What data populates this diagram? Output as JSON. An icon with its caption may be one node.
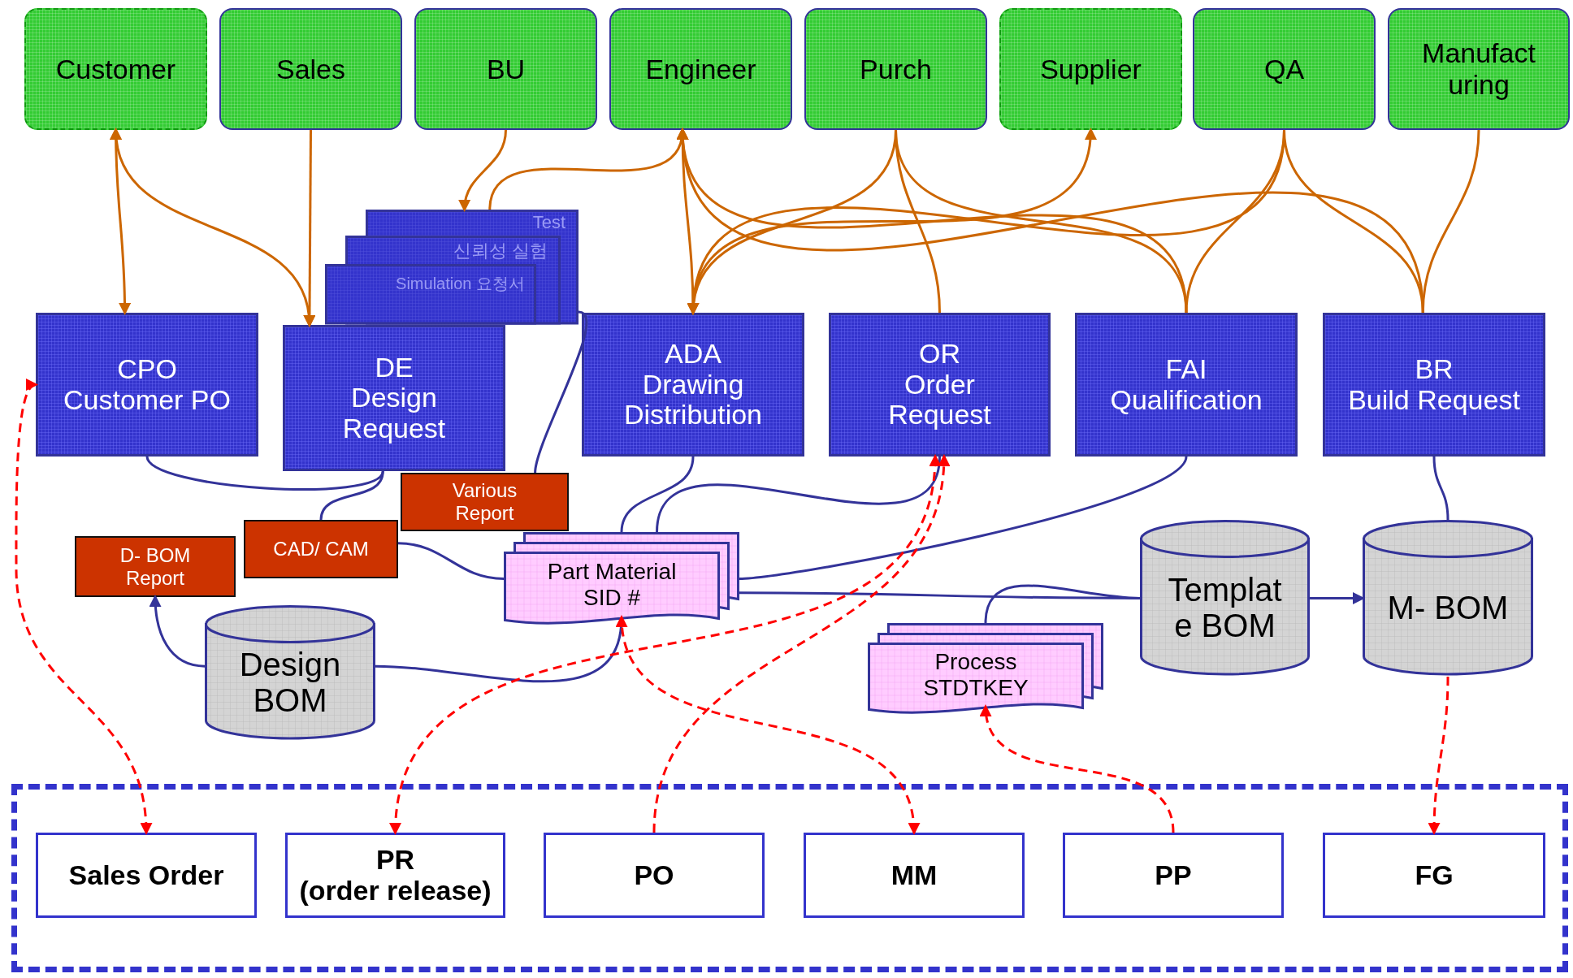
{
  "diagram": {
    "nodes": [
      {
        "text": [
          "Customer"
        ]
      },
      {
        "text": [
          "Sales"
        ]
      },
      {
        "text": [
          "BU"
        ]
      },
      {
        "text": [
          "Engineer"
        ]
      },
      {
        "text": [
          "Purch"
        ]
      },
      {
        "text": [
          "Supplier"
        ]
      },
      {
        "text": [
          "QA"
        ]
      },
      {
        "text": [
          "Manufact uring"
        ]
      },
      {
        "text": [
          "CPO",
          "Customer PO"
        ]
      },
      {
        "text": [
          "Test",
          "신뢰성 실험",
          "Simulation 요청서"
        ]
      },
      {
        "text": [
          "DE",
          "Design Request"
        ]
      },
      {
        "text": [
          "ADA",
          "Drawing Distribution"
        ]
      },
      {
        "text": [
          "OR",
          "Order Request"
        ]
      },
      {
        "text": [
          "FAI",
          "Qualification"
        ]
      },
      {
        "text": [
          "BR",
          "Build Request"
        ]
      },
      {
        "text": [
          "Various Report"
        ]
      },
      {
        "text": [
          "CAD/ CAM"
        ]
      },
      {
        "text": [
          "D- BOM Report"
        ]
      },
      {
        "text": [
          "Part Material SID #"
        ]
      },
      {
        "text": [
          "Design BOM"
        ]
      },
      {
        "text": [
          "Process STDTKEY"
        ]
      },
      {
        "text": [
          "Templat e BOM"
        ]
      },
      {
        "text": [
          "M- BOM"
        ]
      },
      {
        "text": [],
        "shape": "box"
      },
      {
        "text": [
          "Sales Order"
        ],
        "in": 23
      },
      {
        "text": [
          "PR",
          "(order release)"
        ],
        "in": 23
      },
      {
        "text": [
          "PO"
        ],
        "in": 23
      },
      {
        "text": [
          "MM"
        ],
        "in": 23
      },
      {
        "text": [
          "PP"
        ],
        "in": 23
      },
      {
        "text": [
          "FG"
        ],
        "in": 23
      }
    ],
    "edges": [
      {
        "from": 0,
        "to": 8,
        "arrow": "both"
      },
      {
        "from": 0,
        "to": 10,
        "arrow": "both"
      },
      {
        "from": 1,
        "to": 10,
        "arrow": "to"
      },
      {
        "from": 2,
        "to": 9,
        "arrow": "to"
      },
      {
        "from": 9,
        "to": 3,
        "arrow": "to"
      },
      {
        "from": 3,
        "to": 11,
        "arrow": "both"
      },
      {
        "from": 13,
        "to": 3,
        "arrow": "to"
      },
      {
        "from": 14,
        "to": 3,
        "arrow": "to"
      },
      {
        "from": 4,
        "to": 11,
        "arrow": "to"
      },
      {
        "from": 4,
        "to": 12,
        "arrow": "none"
      },
      {
        "from": 4,
        "to": 13,
        "arrow": "none"
      },
      {
        "from": 11,
        "to": 5,
        "arrow": "to"
      },
      {
        "from": 6,
        "to": 11,
        "arrow": "to"
      },
      {
        "from": 6,
        "to": 13,
        "arrow": "none"
      },
      {
        "from": 6,
        "to": 14,
        "arrow": "none"
      },
      {
        "from": 7,
        "to": 14,
        "arrow": "none"
      },
      {
        "from": 8,
        "to": 10,
        "arrow": "none",
        "color": "#333399"
      },
      {
        "from": 16,
        "to": 10,
        "arrow": "none",
        "color": "#333399"
      },
      {
        "from": 9,
        "to": 15,
        "arrow": "none",
        "color": "#333399"
      },
      {
        "from": 11,
        "to": 18,
        "arrow": "none",
        "color": "#333399"
      },
      {
        "from": 18,
        "to": 12,
        "arrow": "none",
        "color": "#333399"
      },
      {
        "from": 13,
        "to": 18,
        "arrow": "none",
        "color": "#333399"
      },
      {
        "from": 18,
        "to": 21,
        "arrow": "none",
        "color": "#333399"
      },
      {
        "from": 20,
        "to": 21,
        "arrow": "none",
        "color": "#333399"
      },
      {
        "from": 14,
        "to": 22,
        "arrow": "none",
        "color": "#333399"
      },
      {
        "from": 21,
        "to": 22,
        "arrow": "to",
        "color": "#333399"
      },
      {
        "from": 16,
        "to": 18,
        "arrow": "none",
        "color": "#333399"
      },
      {
        "from": 19,
        "to": 17,
        "arrow": "to",
        "color": "#333399"
      },
      {
        "from": 19,
        "to": 18,
        "arrow": "none",
        "color": "#333399"
      },
      {
        "from": 8,
        "to": 24,
        "arrow": "both",
        "style": "dashed",
        "color": "#ff0000"
      },
      {
        "from": 25,
        "to": 12,
        "arrow": "both",
        "style": "dashed",
        "color": "#ff0000"
      },
      {
        "from": 26,
        "to": 12,
        "arrow": "to",
        "style": "dashed",
        "color": "#ff0000"
      },
      {
        "from": 27,
        "to": 18,
        "arrow": "both",
        "style": "dashed",
        "color": "#ff0000"
      },
      {
        "from": 28,
        "to": 20,
        "arrow": "to",
        "style": "dashed",
        "color": "#ff0000"
      },
      {
        "from": 22,
        "to": 29,
        "arrow": "to",
        "style": "dashed",
        "color": "#ff0000"
      }
    ]
  }
}
